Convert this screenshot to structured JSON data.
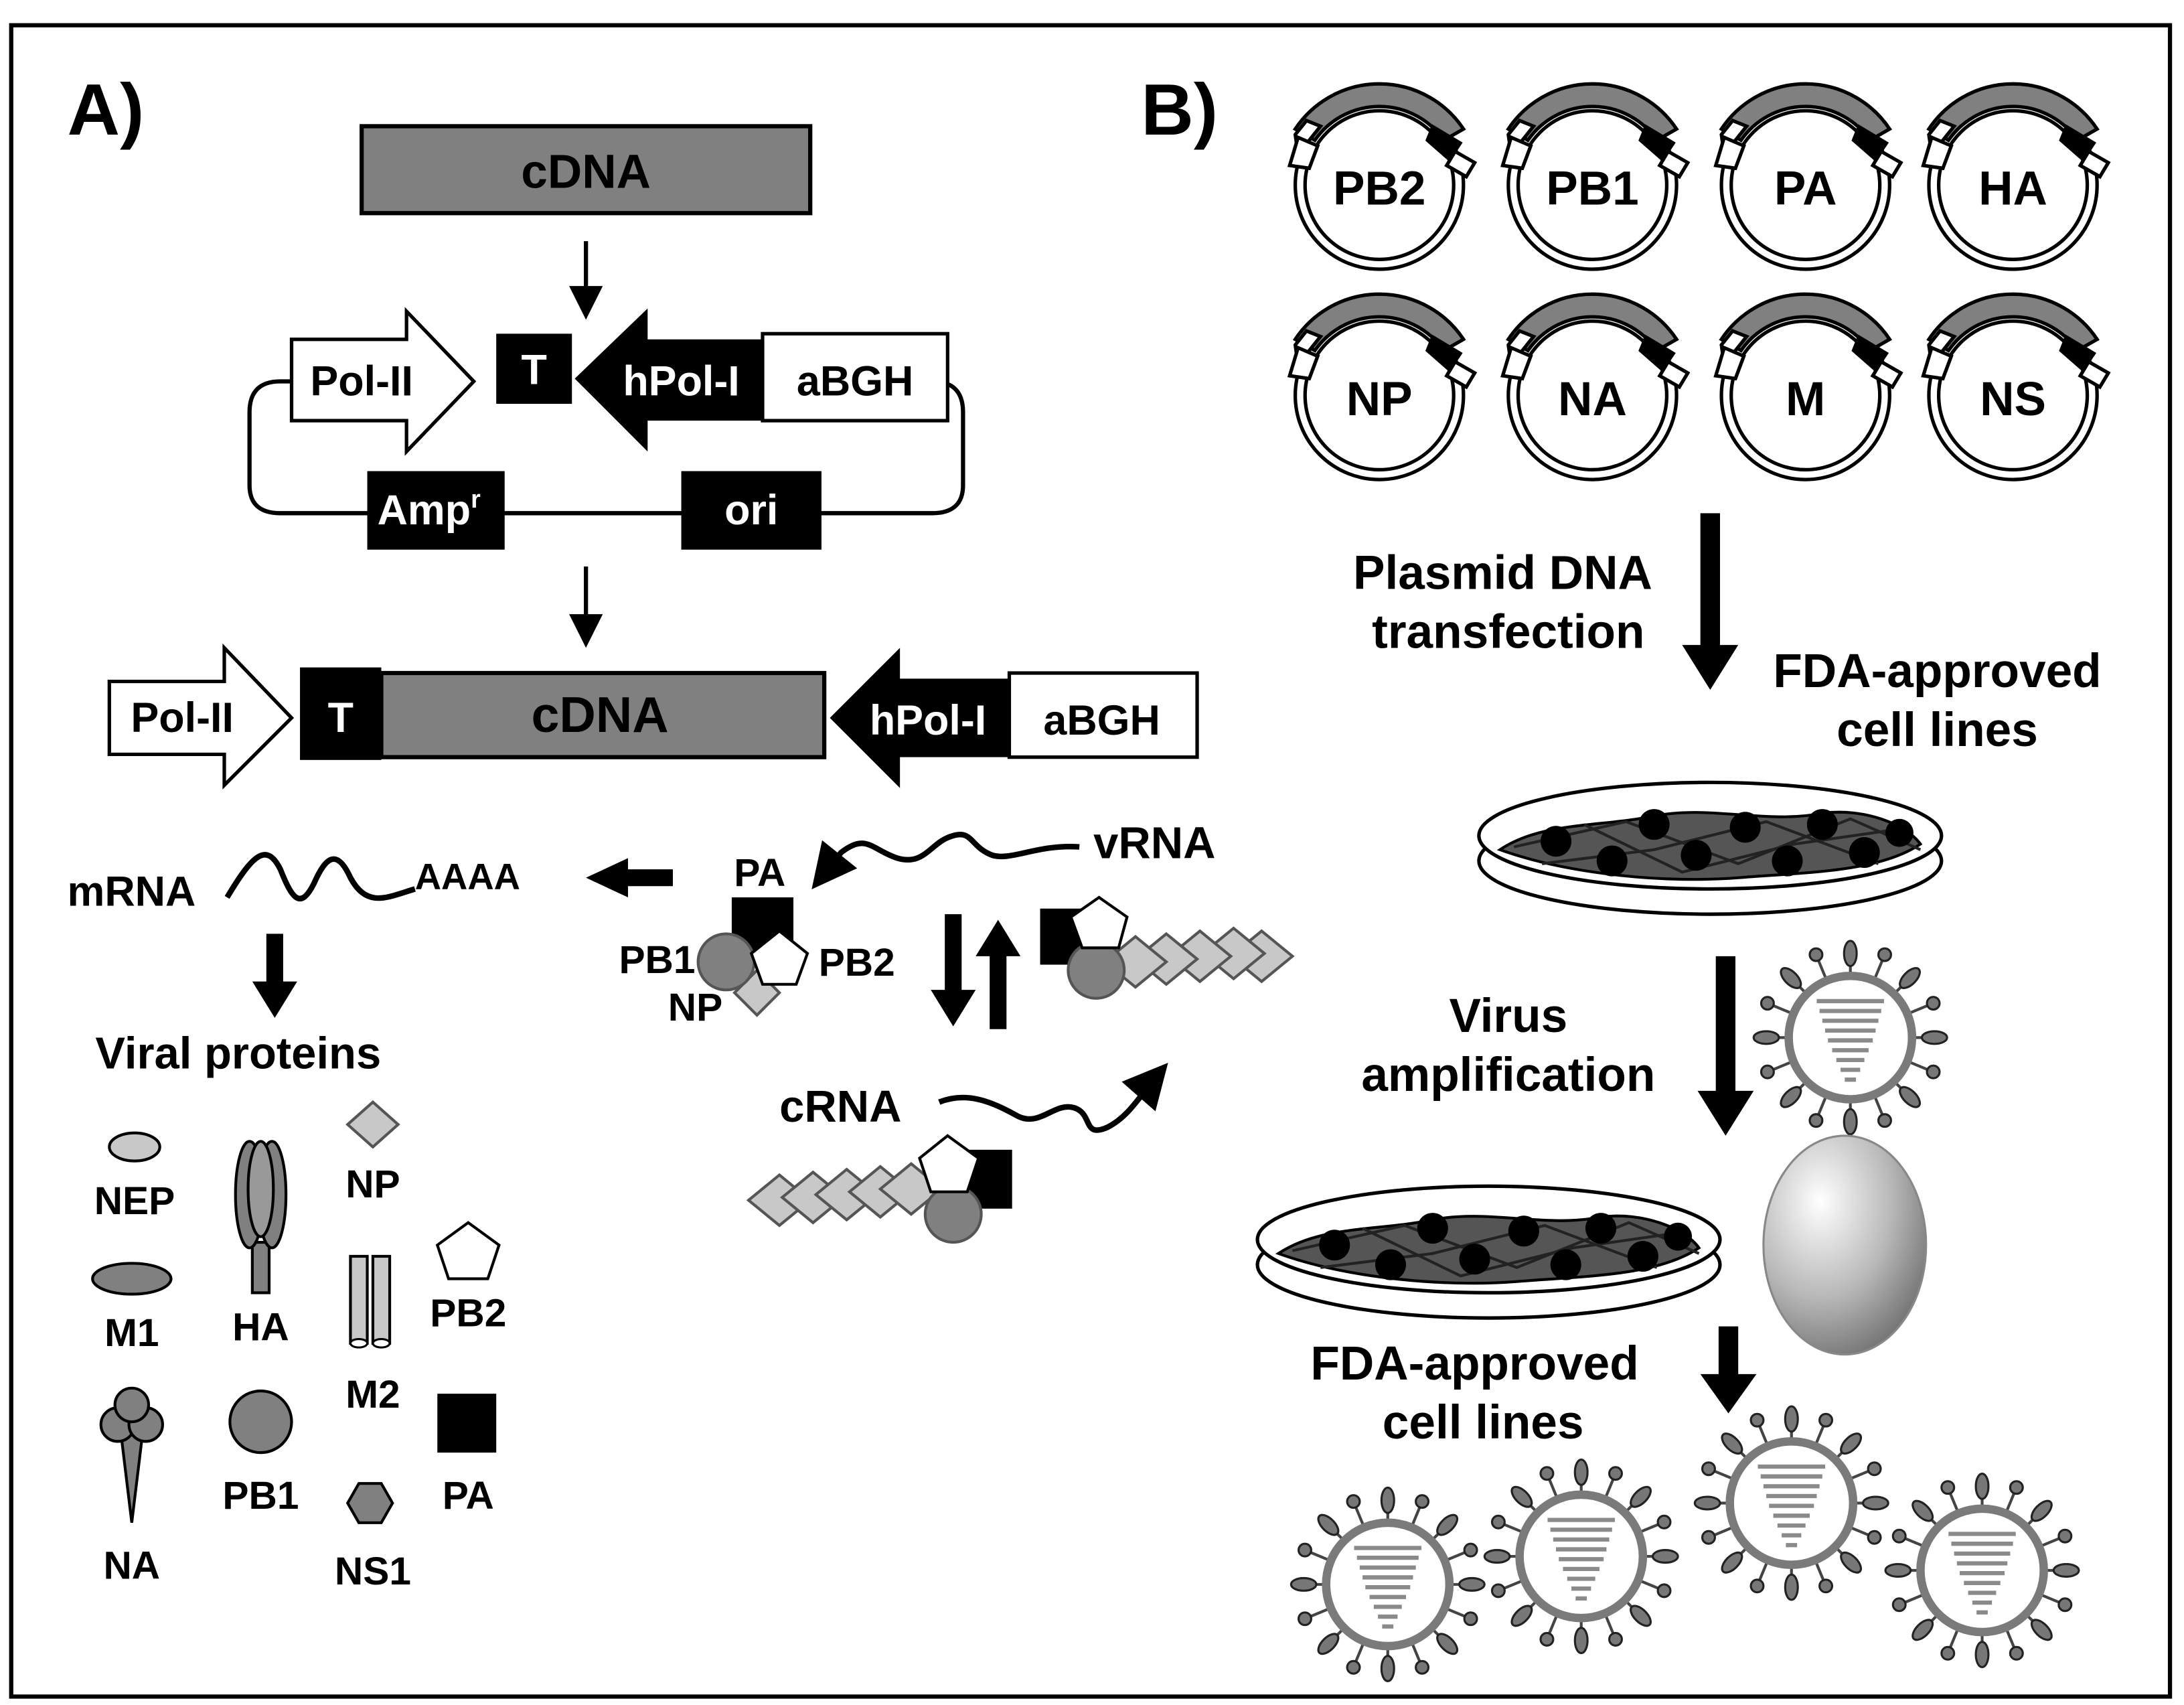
{
  "panel_a": {
    "label": "A)",
    "cdna_top": "cDNA",
    "plasmid": {
      "pol2": "Pol-II",
      "t": "T",
      "hpol1": "hPol-I",
      "abgh": "aBGH",
      "amp": "Amp",
      "amp_sup": "r",
      "ori": "ori"
    },
    "construct": {
      "pol2": "Pol-II",
      "t": "T",
      "cdna": "cDNA",
      "hpol1": "hPol-I",
      "abgh": "aBGH"
    },
    "rna": {
      "mrna": "mRNA",
      "aaaa": "AAAA",
      "vrna": "vRNA",
      "crna": "cRNA",
      "pa": "PA",
      "pb1": "PB1",
      "pb2": "PB2",
      "np": "NP"
    },
    "viral_proteins_title": "Viral proteins",
    "proteins": {
      "nep": "NEP",
      "m1": "M1",
      "na": "NA",
      "ha": "HA",
      "pb1": "PB1",
      "np": "NP",
      "m2": "M2",
      "ns1": "NS1",
      "pb2": "PB2",
      "pa": "PA"
    }
  },
  "panel_b": {
    "label": "B)",
    "plasmids": [
      "PB2",
      "PB1",
      "PA",
      "HA",
      "NP",
      "NA",
      "M",
      "NS"
    ],
    "transfection": [
      "Plasmid DNA",
      "transfection"
    ],
    "cells_1": [
      "FDA-approved",
      "cell lines"
    ],
    "amplification": [
      "Virus",
      "amplification"
    ],
    "cells_2": [
      "FDA-approved",
      "cell lines"
    ]
  },
  "colors": {
    "gray": "#808080",
    "light_gray": "#c8c8c8",
    "black": "#000000",
    "white": "#ffffff"
  }
}
